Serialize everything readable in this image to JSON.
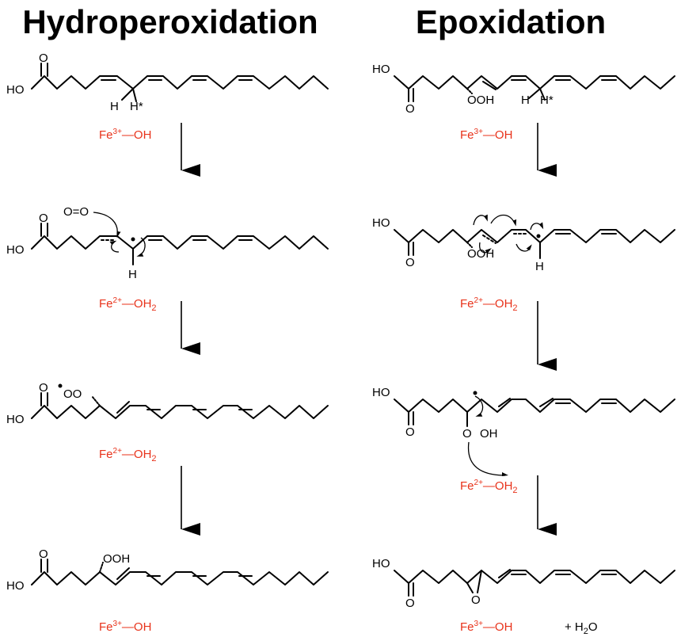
{
  "titles": {
    "left": "Hydroperoxidation",
    "right": "Epoxidation"
  },
  "atoms": {
    "O": "O",
    "HO": "HO",
    "H": "H",
    "H_star": "H*",
    "OOH": "OOH",
    "O2": "O=O",
    "OO": "OO",
    "OH": "OH",
    "O_single": "O"
  },
  "iron": {
    "fe3_base": "Fe",
    "fe3_sup": "3+",
    "fe3_tail": "—OH",
    "fe2_base": "Fe",
    "fe2_sup": "2+",
    "fe2_tail": "—OH",
    "fe2_sub": "2"
  },
  "water": {
    "plus": "+ H",
    "sub": "2",
    "o": "O"
  },
  "colors": {
    "reagent": "#e8321a",
    "structure": "#000000"
  }
}
